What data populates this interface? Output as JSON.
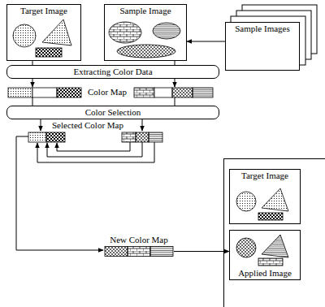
{
  "diagram": {
    "nodes": [
      {
        "text": [
          "Target Image"
        ]
      },
      {
        "text": [
          "Sample Image"
        ]
      },
      {
        "text": [
          "Sample Images"
        ]
      },
      {
        "text": [
          "Extracting Color Data"
        ]
      },
      {
        "text": [
          "Color Selection"
        ]
      },
      {
        "text": [
          "New Color Map"
        ]
      },
      {
        "text": [
          "Target Image"
        ]
      },
      {
        "text": [
          "Applied Image"
        ]
      }
    ],
    "edges": [
      {
        "from": 2,
        "to": 1,
        "arrow": "to"
      },
      {
        "from": 5,
        "to": 7,
        "arrow": "to"
      }
    ],
    "labels": [
      "Color Map",
      "Selected Color Map"
    ]
  }
}
